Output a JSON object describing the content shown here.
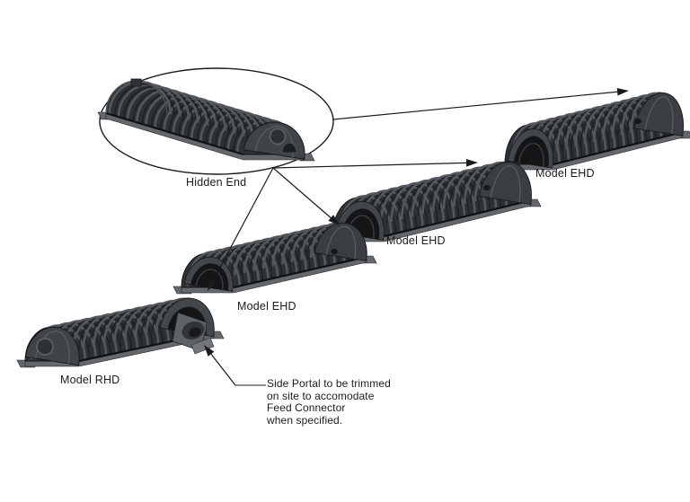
{
  "figure": {
    "callout": {
      "label": "Hidden End"
    },
    "chambers": [
      {
        "id": "hidden-end",
        "label": "Hidden End"
      },
      {
        "id": "model-ehd-far",
        "label": "Model EHD"
      },
      {
        "id": "model-ehd-mid",
        "label": "Model EHD"
      },
      {
        "id": "model-ehd-near",
        "label": "Model EHD"
      },
      {
        "id": "model-rhd",
        "label": "Model RHD"
      }
    ],
    "note": {
      "text": "Side Portal to be trimmed\non site to accomodate\nFeed Connector\nwhen specified."
    },
    "colors": {
      "background": "#ffffff",
      "line": "#1b1b1b",
      "text": "#1b1b1b",
      "body": "#2e3134",
      "outline": "#121416",
      "rib": "#54585d",
      "groove": "#1e2023",
      "cap": "#3a3e42",
      "cap2": "#404448",
      "capSeam": "#5a5e63",
      "faceRim": "#43474b",
      "interior": "#131517",
      "flange": "#64686c",
      "flangeEdge": "#202224"
    }
  }
}
